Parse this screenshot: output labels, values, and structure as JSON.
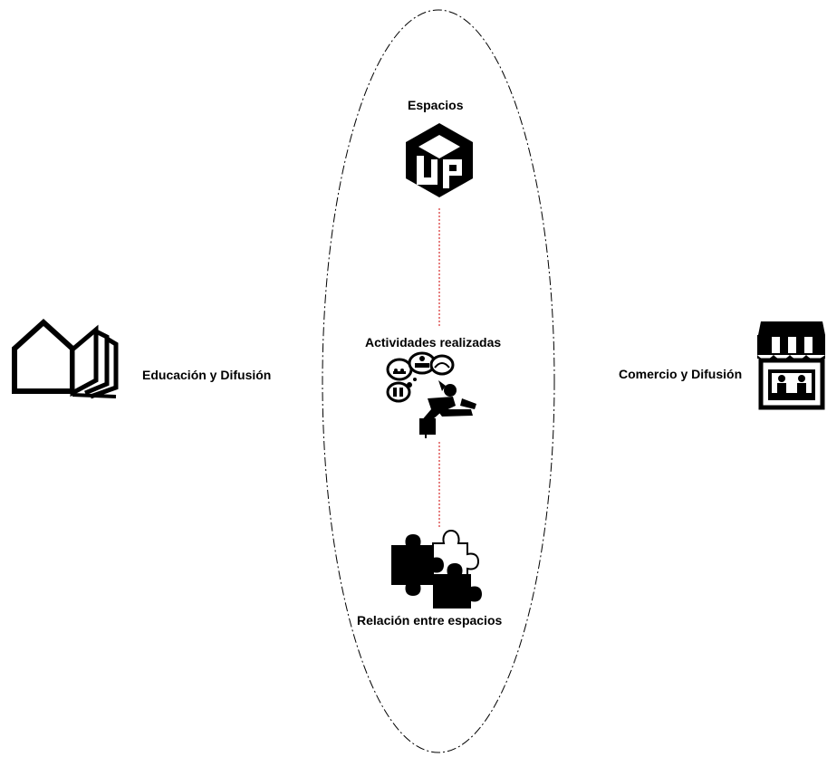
{
  "diagram": {
    "center": {
      "top_label": "Espacios",
      "middle_label": "Actividades realizadas",
      "bottom_label": "Relación entre espacios"
    },
    "left": {
      "label": "Educación y Difusión"
    },
    "right": {
      "label": "Comercio y Difusión"
    },
    "colors": {
      "ink": "#000000",
      "connector": "#cc0000",
      "background": "#ffffff"
    },
    "icons": {
      "espacios": "up-cube-logo-icon",
      "actividades": "reclining-person-activities-icon",
      "relacion": "puzzle-pieces-icon",
      "educacion": "house-book-icon",
      "comercio": "storefront-awning-icon"
    }
  }
}
